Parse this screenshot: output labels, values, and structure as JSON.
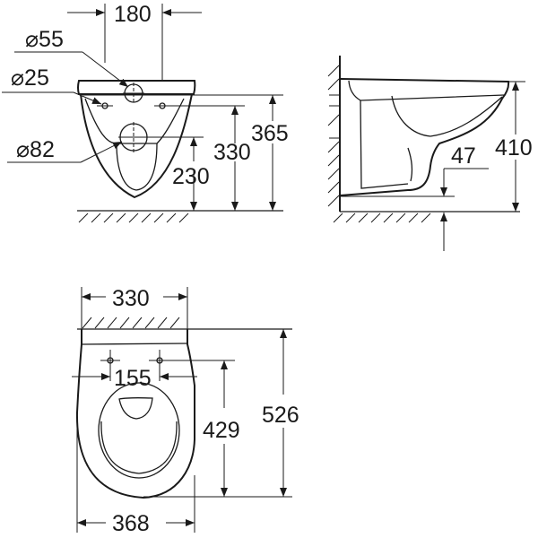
{
  "front_view": {
    "dims": {
      "width_top": "180",
      "dia_inlet": "⌀55",
      "dia_bolt": "⌀25",
      "dia_outlet": "⌀82",
      "h_outlet": "230",
      "h_bolt": "330",
      "h_top": "365"
    }
  },
  "side_view": {
    "dims": {
      "h_total": "410",
      "h_base": "47"
    }
  },
  "top_view": {
    "dims": {
      "width_back": "330",
      "bolt_spacing": "155",
      "length_bolt": "429",
      "length_total": "526",
      "width_max": "368"
    }
  },
  "colors": {
    "line": "#1a1a1a",
    "background": "#ffffff"
  }
}
